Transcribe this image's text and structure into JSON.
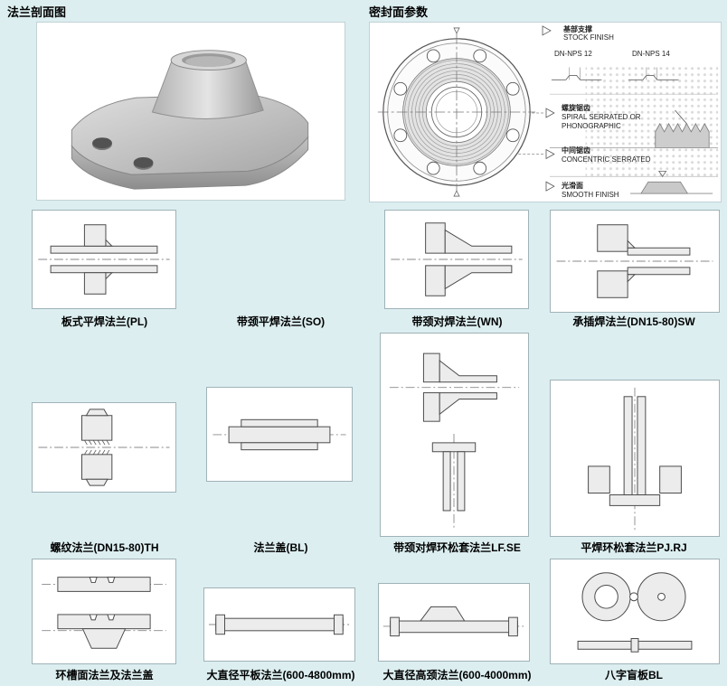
{
  "colors": {
    "page_background": "#dceef0"
  },
  "headers": {
    "left": "法兰剖面图",
    "right": "密封面参数"
  },
  "seal": {
    "stock_cn": "基部支撑",
    "stock_en": "STOCK FINISH",
    "dn12": "DN-NPS 12",
    "dn14": "DN-NPS 14",
    "spiral_cn": "螺旋锯齿",
    "spiral_en1": "SPIRAL SERRATED OR",
    "spiral_en2": "PHONOGRAPHIC",
    "concentric_cn": "中间锯齿",
    "concentric_en": "CONCENTRIC SERRATED",
    "smooth_cn": "光滑面",
    "smooth_en": "SMOOTH FINISH"
  },
  "grid": [
    {
      "label": "板式平焊法兰(PL)"
    },
    {
      "label": "带颈平焊法兰(SO)"
    },
    {
      "label": "带颈对焊法兰(WN)"
    },
    {
      "label": "承插焊法兰(DN15-80)SW"
    },
    {
      "label": "螺纹法兰(DN15-80)TH"
    },
    {
      "label": "法兰盖(BL)"
    },
    {
      "label": "带颈对焊环松套法兰LF.SE"
    },
    {
      "label": "平焊环松套法兰PJ.RJ"
    },
    {
      "label": "环槽面法兰及法兰盖"
    },
    {
      "label": "大直径平板法兰(600-4800mm)"
    },
    {
      "label": "大直径高颈法兰(600-4000mm)"
    },
    {
      "label": "八字盲板BL"
    }
  ]
}
